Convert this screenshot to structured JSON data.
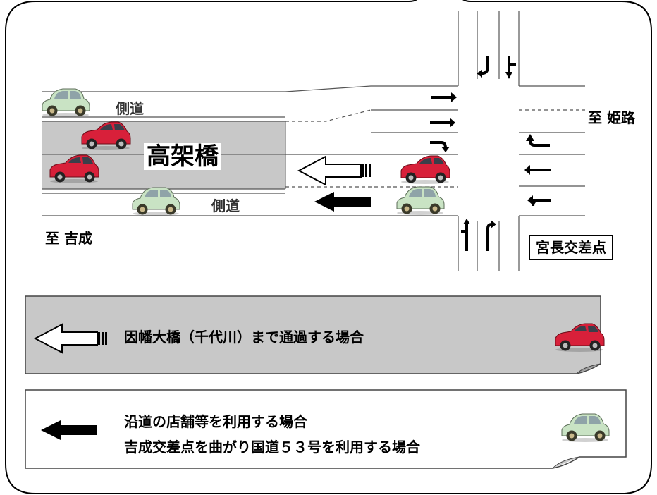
{
  "labels": {
    "side_road_top": "側道",
    "side_road_bottom": "側道",
    "elevated_bridge": "高架橋",
    "to_himeji": "至 姫路",
    "to_yoshinari": "至 吉成",
    "intersection": "宮長交差点"
  },
  "legend": {
    "through": "因幡大橋（千代川）まで通過する場合",
    "local_line1": "沿道の店舗等を利用する場合",
    "local_line2": "吉成交差点を曲がり国道５３号を利用する場合"
  },
  "colors": {
    "elevated_fill": "#c8c8c8",
    "legend_top_fill": "#c8c8c8",
    "red_car": "#d8203a",
    "green_car": "#c9e3c4",
    "line": "#555555"
  },
  "icons": [
    "red-car-icon",
    "green-car-icon",
    "hollow-left-arrow-icon",
    "solid-left-arrow-icon",
    "turn-arrow-icon"
  ]
}
